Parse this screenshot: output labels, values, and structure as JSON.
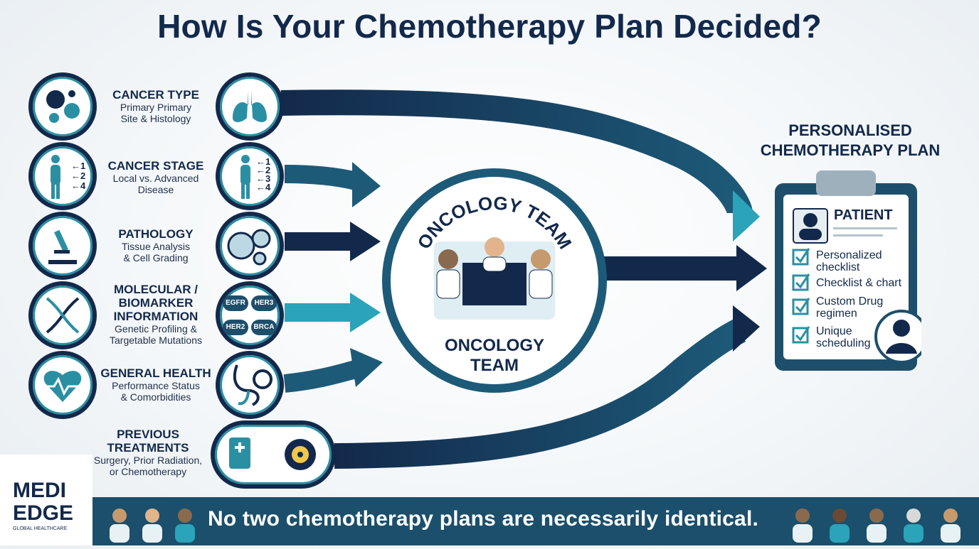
{
  "title": "How Is Your Chemotherapy Plan Decided?",
  "factors": [
    {
      "heading": "CANCER TYPE",
      "sub": [
        "Primary Primary",
        "Site & Histology"
      ],
      "left_icon": "cells-icon",
      "right_icon": "lungs-icon"
    },
    {
      "heading": "CANCER STAGE",
      "sub": [
        "Local vs. Advanced",
        "Disease"
      ],
      "left_icon": "body-stage-icon",
      "right_icon": "body-stage-icon",
      "stage_marks": [
        "1",
        "2",
        "4"
      ],
      "stage_marks_right": [
        "1",
        "2",
        "3",
        "4"
      ]
    },
    {
      "heading": "PATHOLOGY",
      "sub": [
        "Tissue Analysis",
        "& Cell Grading"
      ],
      "left_icon": "microscope-icon",
      "right_icon": "cell-slides-icon"
    },
    {
      "heading": [
        "MOLECULAR /",
        "BIOMARKER",
        "INFORMATION"
      ],
      "sub": [
        "Genetic Profiling &",
        "Targetable Mutations"
      ],
      "left_icon": "dna-icon",
      "right_icon": "biomarker-icon",
      "biomarkers": [
        "EGFR",
        "HER3",
        "HER2",
        "BRCA"
      ]
    },
    {
      "heading": "GENERAL HEALTH",
      "sub": [
        "Performance Status",
        "& Comorbidities"
      ],
      "left_icon": "heart-pulse-icon",
      "right_icon": "stethoscope-icon"
    },
    {
      "heading": [
        "PREVIOUS",
        "TREATMENTS"
      ],
      "sub": [
        "Surgery, Prior Radiation,",
        "or Chemotherapy"
      ],
      "left_icon": "",
      "right_icon": "medication-radiation-icon"
    }
  ],
  "team": {
    "ring_text": "ONCOLOGY TEAM",
    "label": [
      "ONCOLOGY",
      "TEAM"
    ]
  },
  "plan": {
    "title": [
      "PERSONALISED",
      "CHEMOTHERAPY PLAN"
    ],
    "patient_label": "PATIENT",
    "items": [
      [
        "Personalized",
        "checklist"
      ],
      [
        "Checklist & chart"
      ],
      [
        "Custom Drug",
        "regimen"
      ],
      [
        "Unique",
        "scheduling"
      ]
    ]
  },
  "footer": {
    "text": "No two chemotherapy plans are necessarily identical."
  },
  "logo": {
    "line1": "MEDI",
    "line2": "EDGE",
    "tagline": "GLOBAL HEALTHCARE"
  },
  "colors": {
    "navy": "#13294b",
    "teal": "#2b8fa3",
    "footer": "#1b4f6b"
  }
}
